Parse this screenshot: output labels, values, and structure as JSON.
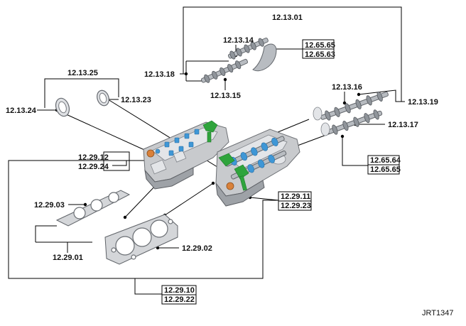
{
  "labels": {
    "l_12_13_01": "12.13.01",
    "l_12_13_14": "12.13.14",
    "l_12_65_65_top": "12.65.65",
    "l_12_65_63": "12.65.63",
    "l_12_13_18": "12.13.18",
    "l_12_13_15": "12.13.15",
    "l_12_13_25": "12.13.25",
    "l_12_13_24": "12.13.24",
    "l_12_13_23": "12.13.23",
    "l_12_13_16": "12.13.16",
    "l_12_13_19": "12.13.19",
    "l_12_13_17": "12.13.17",
    "l_12_29_12": "12.29.12",
    "l_12_29_24": "12.29.24",
    "l_12_65_64": "12.65.64",
    "l_12_65_65_bottom": "12.65.65",
    "l_12_29_11": "12.29.11",
    "l_12_29_23": "12.29.23",
    "l_12_29_03": "12.29.03",
    "l_12_29_02": "12.29.02",
    "l_12_29_01": "12.29.01",
    "l_12_29_10": "12.29.10",
    "l_12_29_22": "12.29.22"
  },
  "reference": "JRT1347"
}
